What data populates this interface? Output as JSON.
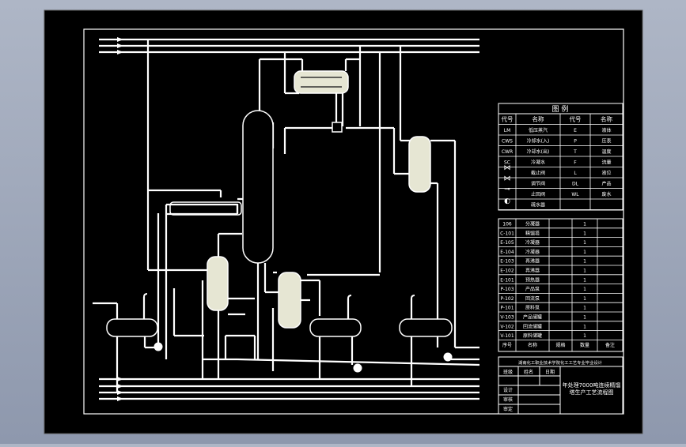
{
  "legend": {
    "title": "图  例",
    "header": [
      "代号",
      "名称",
      "代号",
      "名称"
    ],
    "rows": [
      [
        "LM",
        "低压蒸汽",
        "E",
        "液体"
      ],
      [
        "CWS",
        "冷却水(入)",
        "P",
        "压表"
      ],
      [
        "CWR",
        "冷却水(出)",
        "T",
        "温度"
      ],
      [
        "SC",
        "冷凝水",
        "F",
        "流量"
      ],
      [
        "",
        "截止阀",
        "L",
        "液位"
      ],
      [
        "",
        "调节阀",
        "DL",
        "产品"
      ],
      [
        "",
        "止回阀",
        "WL",
        "废水"
      ],
      [
        "",
        "疏水器",
        "",
        ""
      ]
    ]
  },
  "equipment": {
    "rows": [
      [
        "106",
        "分凝器",
        "",
        "1",
        ""
      ],
      [
        "C-101",
        "精馏塔",
        "",
        "1",
        ""
      ],
      [
        "E-105",
        "冷凝器",
        "",
        "1",
        ""
      ],
      [
        "E-104",
        "冷凝器",
        "",
        "1",
        ""
      ],
      [
        "E-103",
        "再沸器",
        "",
        "1",
        ""
      ],
      [
        "E-102",
        "再沸器",
        "",
        "1",
        ""
      ],
      [
        "E-101",
        "预热器",
        "",
        "1",
        ""
      ],
      [
        "P-103",
        "产品泵",
        "",
        "1",
        ""
      ],
      [
        "P-102",
        "回流泵",
        "",
        "1",
        ""
      ],
      [
        "P-101",
        "原料泵",
        "",
        "1",
        ""
      ],
      [
        "V-103",
        "产品储罐",
        "",
        "1",
        ""
      ],
      [
        "V-102",
        "回流储罐",
        "",
        "1",
        ""
      ],
      [
        "V-101",
        "原料储罐",
        "",
        "1",
        ""
      ]
    ],
    "footer": [
      "序号",
      "名称",
      "规格",
      "数量",
      "备注"
    ]
  },
  "title_block": {
    "school": "湖南化工职业技术学院化工工艺专业毕业设计",
    "row_labels": [
      "设计",
      "审核",
      "审定"
    ],
    "head_labels": [
      "班级",
      "姓名",
      "日期"
    ],
    "drawing_title": "年处理7000吨连续精馏塔生产工艺流程图"
  },
  "colors": {
    "background": "#000000",
    "line": "#ffffff",
    "vessel_fill": "#e6e6d3",
    "frame": "#a9b2c3"
  }
}
